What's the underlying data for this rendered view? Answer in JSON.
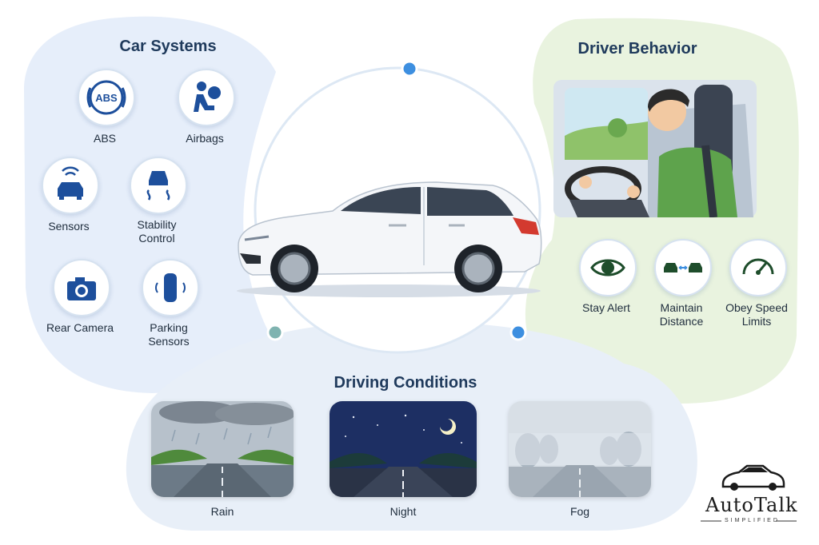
{
  "car_systems": {
    "title": "Car Systems",
    "items": [
      {
        "label": "ABS",
        "badge": "ABS",
        "icon": "abs-icon"
      },
      {
        "label": "Airbags",
        "icon": "airbag-icon"
      },
      {
        "label": "Sensors",
        "icon": "car-sensor-icon"
      },
      {
        "label": "Stability\nControl",
        "icon": "stability-control-icon"
      },
      {
        "label": "Rear Camera",
        "icon": "camera-icon"
      },
      {
        "label": "Parking\nSensors",
        "icon": "parking-sensor-icon"
      }
    ]
  },
  "driver_behavior": {
    "title": "Driver Behavior",
    "items": [
      {
        "label": "Stay Alert",
        "icon": "eye-icon"
      },
      {
        "label": "Maintain\nDistance",
        "icon": "car-distance-icon"
      },
      {
        "label": "Obey Speed\nLimits",
        "icon": "speedometer-icon"
      }
    ]
  },
  "driving_conditions": {
    "title": "Driving Conditions",
    "items": [
      {
        "label": "Rain",
        "icon": "rain-scene"
      },
      {
        "label": "Night",
        "icon": "night-scene"
      },
      {
        "label": "Fog",
        "icon": "fog-scene"
      }
    ]
  },
  "logo": {
    "text": "AutoTalk",
    "subtitle": "SIMPLIFIED"
  },
  "colors": {
    "systems_bg": "#e6eefa",
    "behavior_bg": "#e9f3df",
    "conditions_bg": "#e8eff8",
    "icon_blue": "#1d4f9c",
    "dot_blue": "#3d8fe0",
    "dot_teal": "#7fb3b0",
    "title_navy": "#1f3a5c"
  }
}
